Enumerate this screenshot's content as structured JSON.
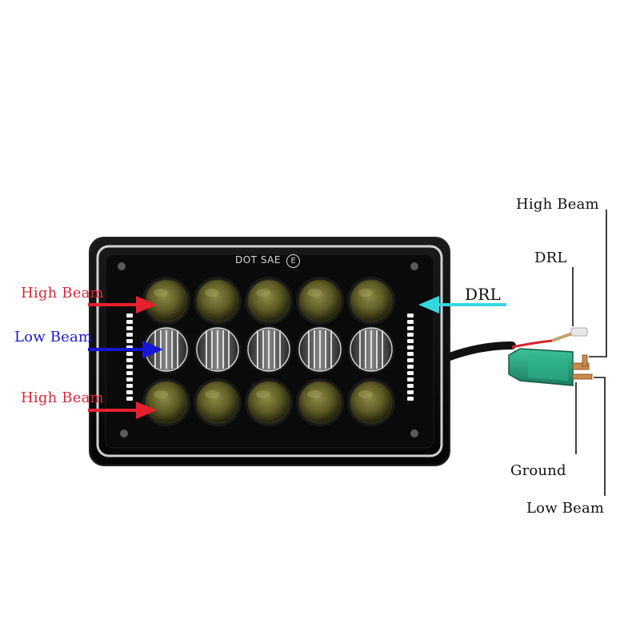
{
  "product": {
    "stamp": "DOT SAE",
    "stamp_mark": "E"
  },
  "callouts": {
    "left_high_top": "High Beam",
    "left_low": "Low Beam",
    "left_high_bottom": "High Beam",
    "right_drl": "DRL"
  },
  "connector": {
    "high_beam": "High Beam",
    "drl": "DRL",
    "ground": "Ground",
    "low_beam": "Low Beam"
  },
  "colors": {
    "high_beam_arrow": "#e8202e",
    "low_beam_arrow": "#1616d8",
    "drl_arrow": "#36d8e0",
    "housing": "#0d0d0d",
    "lens_amber": "#6e6a2c",
    "connector_green": "#2a9e7c"
  }
}
